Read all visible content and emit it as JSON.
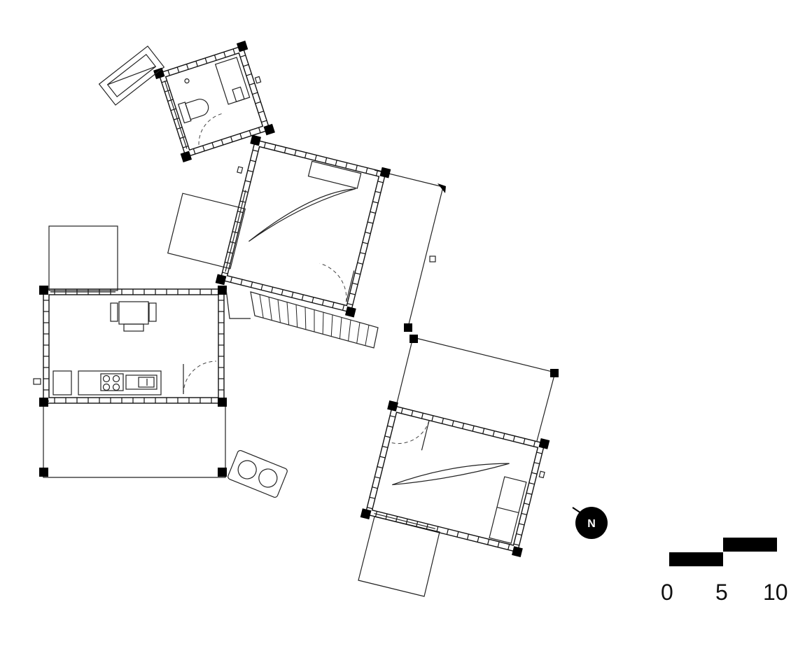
{
  "compass": {
    "label": "N"
  },
  "scale_bar": {
    "labels": [
      "0",
      "5",
      "10"
    ]
  },
  "icons": [
    "north-arrow-icon"
  ],
  "colors": {
    "ink": "#111111",
    "background": "#ffffff"
  }
}
